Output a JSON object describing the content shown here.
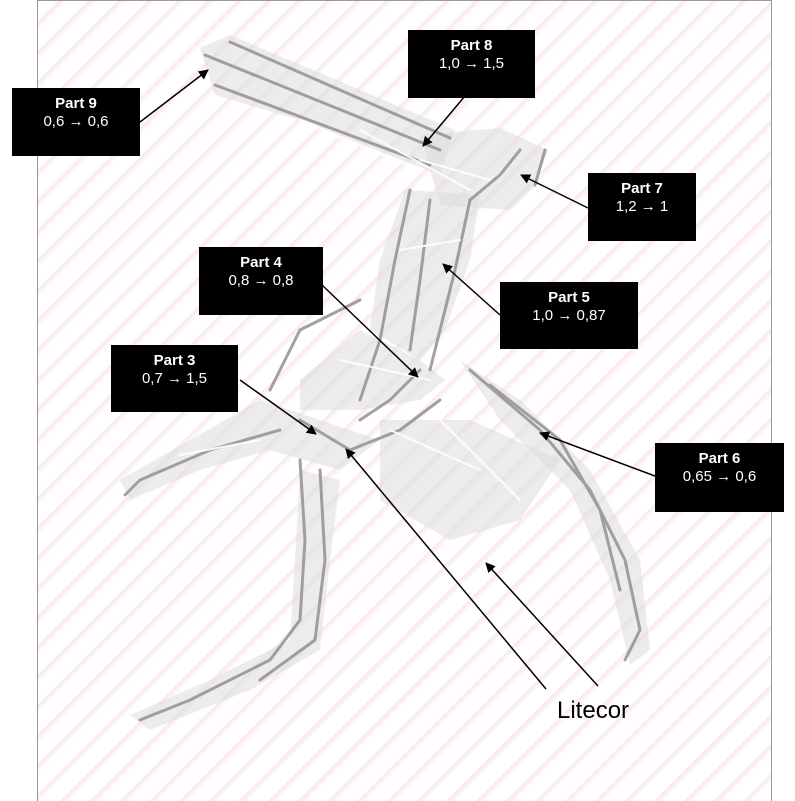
{
  "parts": [
    {
      "id": "part-9",
      "name": "Part 9",
      "value": "0,6 → 0,6"
    },
    {
      "id": "part-8",
      "name": "Part 8",
      "value": "1,0 → 1,5"
    },
    {
      "id": "part-7",
      "name": "Part 7",
      "value": "1,2 → 1"
    },
    {
      "id": "part-4",
      "name": "Part 4",
      "value": "0,8 → 0,8"
    },
    {
      "id": "part-5",
      "name": "Part 5",
      "value": "1,0 → 0,87"
    },
    {
      "id": "part-3",
      "name": "Part 3",
      "value": "0,7 → 1,5"
    },
    {
      "id": "part-6",
      "name": "Part 6",
      "value": "0,65 → 0,6"
    }
  ],
  "caption": "Litecor",
  "colors": {
    "label_bg": "#000000",
    "label_text": "#ffffff",
    "sketch": "#8c8c8c",
    "background_hatch": "#fbe8e8"
  }
}
